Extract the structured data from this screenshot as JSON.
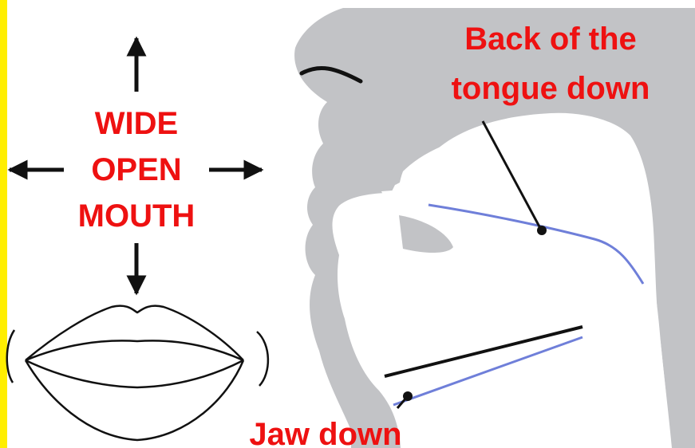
{
  "left_panel": {
    "instruction_lines": [
      "WIDE",
      "OPEN",
      "MOUTH"
    ]
  },
  "side_view": {
    "tongue_label_lines": [
      "Back of the",
      "tongue down"
    ],
    "jaw_label": "Jaw down"
  },
  "colors": {
    "label_red": "#ee1111",
    "accent_bar": "#ffee00",
    "head_gray": "#c2c3c6",
    "movement_line_blue": "#6f7fd9",
    "outline_black": "#111111"
  }
}
